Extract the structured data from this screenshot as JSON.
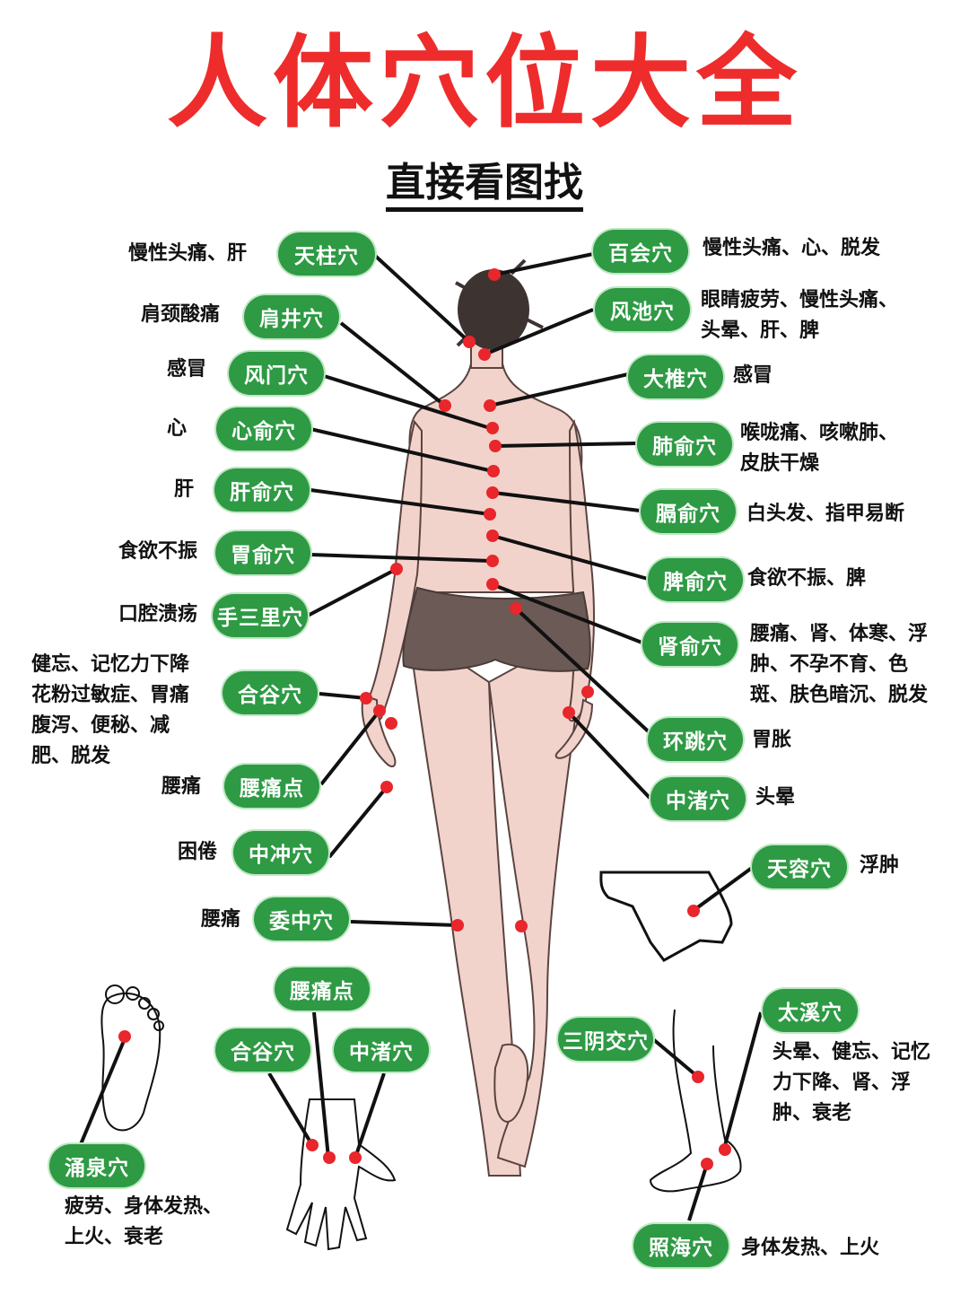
{
  "title": "人体穴位大全",
  "subtitle": "直接看图找",
  "colors": {
    "title": "#ee2c2c",
    "pill": "#2e9a44",
    "dot": "#e8262b",
    "skin": "#f2d3cc",
    "shorts": "#6b5a55"
  },
  "left": [
    {
      "name": "天柱穴",
      "effect": "慢性头痛、肝"
    },
    {
      "name": "肩井穴",
      "effect": "肩颈酸痛"
    },
    {
      "name": "风门穴",
      "effect": "感冒"
    },
    {
      "name": "心俞穴",
      "effect": "心"
    },
    {
      "name": "肝俞穴",
      "effect": "肝"
    },
    {
      "name": "胃俞穴",
      "effect": "食欲不振"
    },
    {
      "name": "手三里穴",
      "effect": "口腔溃疡"
    },
    {
      "name": "合谷穴",
      "effect": "健忘、记忆力下降\n花粉过敏症、胃痛\n腹泻、便秘、减\n肥、脱发"
    },
    {
      "name": "腰痛点",
      "effect": "腰痛"
    },
    {
      "name": "中冲穴",
      "effect": "困倦"
    },
    {
      "name": "委中穴",
      "effect": "腰痛"
    }
  ],
  "right": [
    {
      "name": "百会穴",
      "effect": "慢性头痛、心、脱发"
    },
    {
      "name": "风池穴",
      "effect": "眼睛疲劳、慢性头痛、\n头晕、肝、脾"
    },
    {
      "name": "大椎穴",
      "effect": "感冒"
    },
    {
      "name": "肺俞穴",
      "effect": "喉咙痛、咳嗽肺、\n皮肤干燥"
    },
    {
      "name": "膈俞穴",
      "effect": "白头发、指甲易断"
    },
    {
      "name": "脾俞穴",
      "effect": "食欲不振、脾"
    },
    {
      "name": "肾俞穴",
      "effect": "腰痛、肾、体寒、浮\n肿、不孕不育、色\n斑、肤色暗沉、脱发"
    },
    {
      "name": "环跳穴",
      "effect": "胃胀"
    },
    {
      "name": "中渚穴",
      "effect": "头晕"
    },
    {
      "name": "天容穴",
      "effect": "浮肿"
    }
  ],
  "bottom": {
    "foot": {
      "name": "涌泉穴",
      "effect": "疲劳、身体发热、\n上火、衰老"
    },
    "hand": [
      {
        "name": "腰痛点"
      },
      {
        "name": "合谷穴"
      },
      {
        "name": "中渚穴"
      }
    ],
    "ankle": [
      {
        "name": "三阴交穴"
      },
      {
        "name": "太溪穴",
        "effect": "头晕、健忘、记忆\n力下降、肾、浮\n肿、衰老"
      },
      {
        "name": "照海穴",
        "effect": "身体发热、上火"
      }
    ]
  }
}
